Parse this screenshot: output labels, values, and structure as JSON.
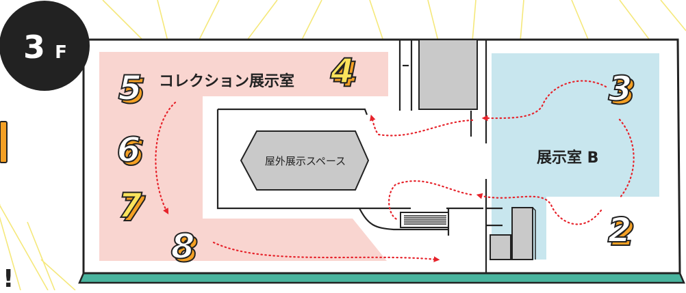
{
  "floor": {
    "number": "3",
    "suffix": "F"
  },
  "rooms": {
    "collection": "コレクション展示室",
    "outdoor": "屋外展示スペース",
    "room_b": "展示室 B"
  },
  "stops": [
    "2",
    "3",
    "4",
    "5",
    "6",
    "7",
    "8"
  ],
  "edge_mark": "!",
  "colors": {
    "collection_bg": "#f9d5d0",
    "room_b_bg": "#c8e6ee",
    "base_green": "#49b49e",
    "badge": "#222222",
    "rays": "#f5e87a",
    "arrow": "#e6232b",
    "numeral_face": "#ffffff",
    "numeral_side": "#f4a024",
    "service_gray": "#c9c9c9"
  }
}
